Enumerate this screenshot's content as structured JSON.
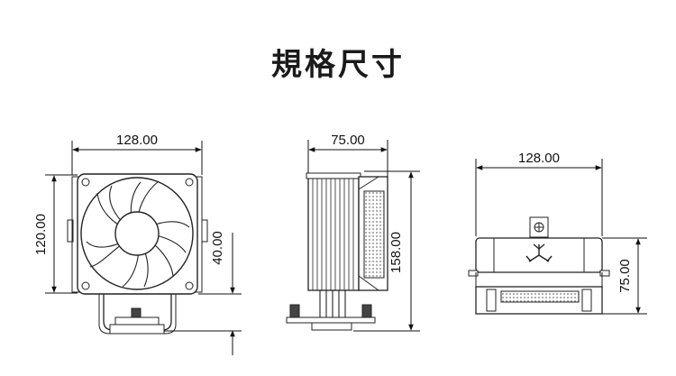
{
  "title": "規格尺寸",
  "front_view": {
    "width_label": "128.00",
    "height_label": "120.00",
    "fan_to_base_label": "40.00"
  },
  "side_view": {
    "depth_label": "75.00",
    "height_label": "158.00"
  },
  "top_view": {
    "width_label": "128.00",
    "depth_label": "75.00"
  }
}
